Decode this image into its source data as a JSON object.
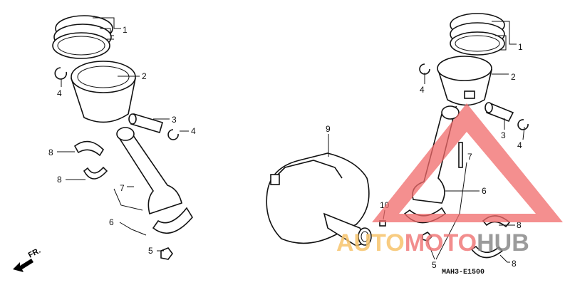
{
  "diagram": {
    "callouts_left": [
      "1",
      "2",
      "3",
      "4",
      "4",
      "8",
      "8",
      "7",
      "6",
      "5"
    ],
    "callouts_right": [
      "1",
      "2",
      "4",
      "3",
      "4",
      "9",
      "7",
      "6",
      "10",
      "5",
      "8",
      "8"
    ],
    "part_code": "MAH3-E1500",
    "front_indicator": "FR."
  },
  "watermark": {
    "text_part1": "AUTO",
    "text_part2": "MOTO",
    "text_part3": "HUB",
    "colors": {
      "auto": "#f7c46c",
      "moto": "#f07a7a",
      "hub": "#8a8a8a",
      "triangle": "#f06a6a"
    }
  }
}
